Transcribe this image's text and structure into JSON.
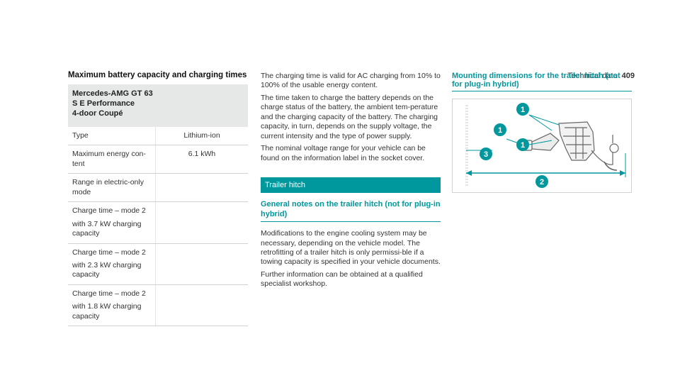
{
  "header": {
    "section": "Technical data",
    "page_number": "409"
  },
  "battery": {
    "title": "Maximum battery capacity and charging times",
    "model_lines": [
      "Mercedes-AMG GT 63",
      "S E Performance",
      "4-door Coupé"
    ],
    "rows": [
      {
        "label": [
          "Type"
        ],
        "value": "Lithium-ion"
      },
      {
        "label": [
          "Maximum energy con-tent"
        ],
        "value": "6.1 kWh"
      },
      {
        "label": [
          "Range in electric-only mode"
        ],
        "value": ""
      },
      {
        "label": [
          "Charge time – mode 2",
          "with 3.7 kW charging capacity"
        ],
        "value": ""
      },
      {
        "label": [
          "Charge time – mode 2",
          "with 2.3 kW charging capacity"
        ],
        "value": ""
      },
      {
        "label": [
          "Charge time – mode 2",
          "with 1.8 kW charging capacity"
        ],
        "value": ""
      }
    ]
  },
  "charging_text": {
    "p1": "The charging time is valid for AC charging from 10% to 100% of the usable energy content.",
    "p2": "The time taken to charge the battery depends on the charge status of the battery, the ambient tem-perature and the charging capacity of the battery. The charging capacity, in turn, depends on the supply voltage, the current intensity and the type of power supply.",
    "p3": "The nominal voltage range for your vehicle can be found on the information label in the socket cover."
  },
  "trailer": {
    "bar_title": "Trailer hitch",
    "subtitle": "General notes on the trailer hitch (not for plug-in hybrid)",
    "p1": "Modifications to the engine cooling system may be necessary, depending on the vehicle model. The retrofitting of a trailer hitch is only permissi-ble if a towing capacity is specified in your vehicle documents.",
    "p2": "Further information can be obtained at a qualified specialist workshop."
  },
  "mounting": {
    "title": "Mounting dimensions for the trailer hitch (not for plug-in hybrid)",
    "callouts": [
      "1",
      "1",
      "1",
      "2",
      "3"
    ]
  },
  "colors": {
    "accent": "#00979d",
    "table_header_bg": "#e6e8e8"
  }
}
